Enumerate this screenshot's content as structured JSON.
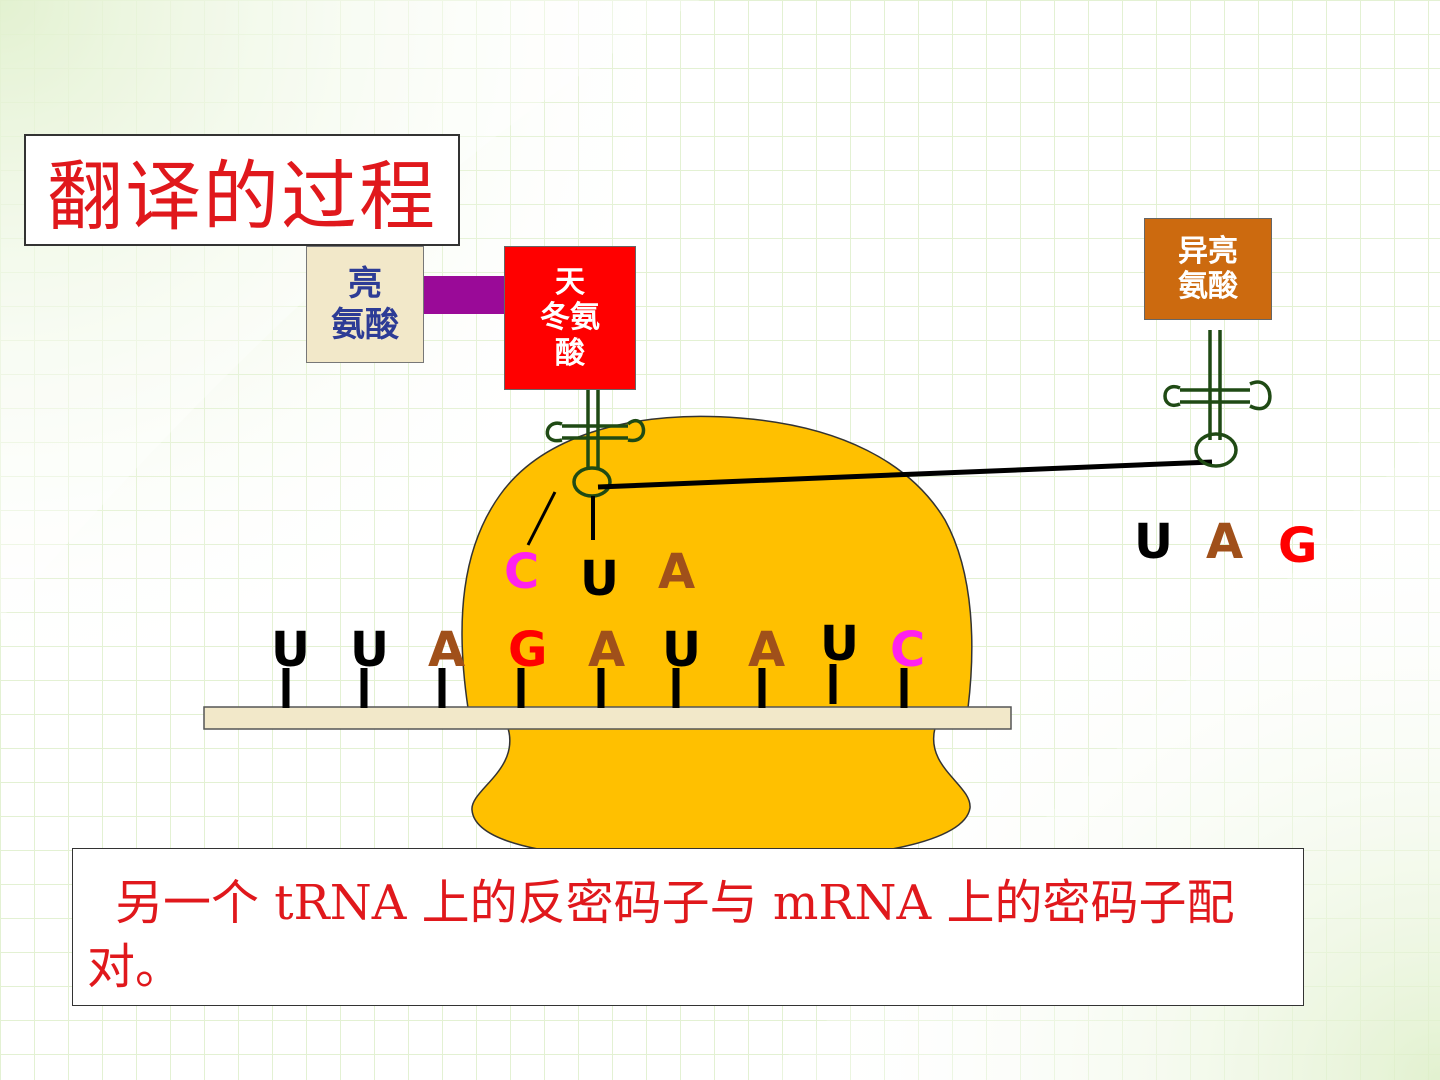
{
  "title": "翻译的过程",
  "amino_acids": {
    "leu": "亮\n氨酸",
    "asp": "天\n冬氨\n酸",
    "ile": "异亮\n氨酸"
  },
  "anticodon_site": [
    "C",
    "U",
    "A"
  ],
  "incoming_anticodon": [
    "U",
    "A",
    "G"
  ],
  "mrna_codons": [
    "U",
    "U",
    "A",
    "G",
    "A",
    "U",
    "A",
    "U",
    "C"
  ],
  "caption": "另一个 tRNA 上的反密码子与 mRNA 上的密码子配对。",
  "colors": {
    "title": "#e0181c",
    "ribosome": "#ffc000",
    "mrna_strand": "#f2e8c9",
    "trna": "#1f4a14",
    "base_U": "#000000",
    "base_A": "#a0501a",
    "base_G": "#ff0000",
    "base_C": "#ff22ee"
  }
}
